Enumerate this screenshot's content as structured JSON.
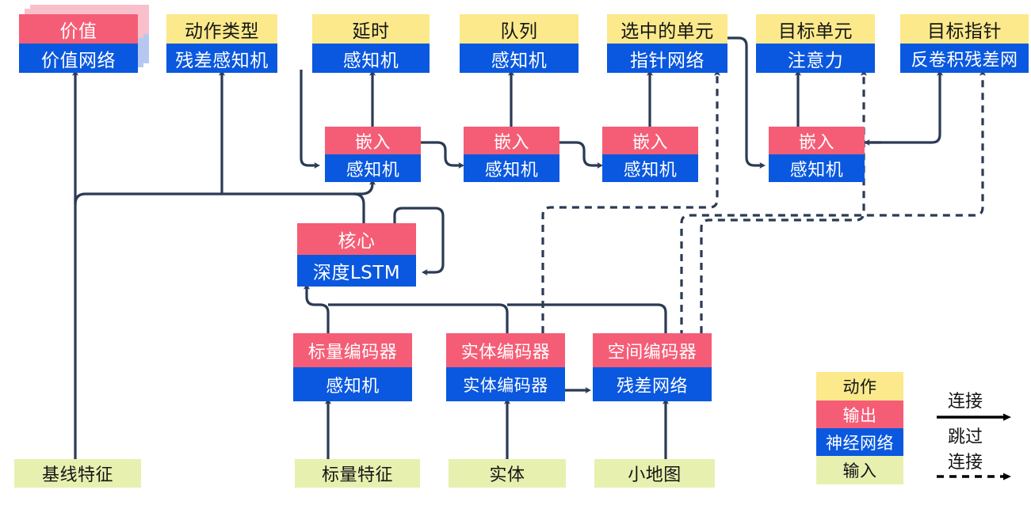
{
  "title": "Agent network architecture diagram",
  "legend": {
    "blocks": [
      {
        "key": "action",
        "label": "动作",
        "color": "#fbe98c"
      },
      {
        "key": "output",
        "label": "输出",
        "color": "#f55d76"
      },
      {
        "key": "network",
        "label": "神经网络",
        "color": "#0a58df"
      },
      {
        "key": "input",
        "label": "输入",
        "color": "#e8f0b0"
      }
    ],
    "edges": [
      {
        "key": "connect",
        "label": "连接",
        "style": "solid"
      },
      {
        "key": "skip",
        "label_line1": "跳过",
        "label_line2": "连接",
        "style": "dashed"
      }
    ]
  },
  "nodes": {
    "value": {
      "top": "价值",
      "bottom": "价值网络"
    },
    "action_type": {
      "top": "动作类型",
      "bottom": "残差感知机"
    },
    "delay": {
      "top": "延时",
      "bottom": "感知机"
    },
    "queue": {
      "top": "队列",
      "bottom": "感知机"
    },
    "selected_units": {
      "top": "选中的单元",
      "bottom": "指针网络"
    },
    "target_unit": {
      "top": "目标单元",
      "bottom": "注意力"
    },
    "target_point": {
      "top": "目标指针",
      "bottom": "反卷积残差网"
    },
    "embed1": {
      "top": "嵌入",
      "bottom": "感知机"
    },
    "embed2": {
      "top": "嵌入",
      "bottom": "感知机"
    },
    "embed3": {
      "top": "嵌入",
      "bottom": "感知机"
    },
    "embed4": {
      "top": "嵌入",
      "bottom": "感知机"
    },
    "core": {
      "top": "核心",
      "bottom": "深度LSTM"
    },
    "scalar_encoder": {
      "top": "标量编码器",
      "bottom": "感知机"
    },
    "entity_encoder": {
      "top": "实体编码器",
      "bottom": "实体编码器"
    },
    "spatial_encoder": {
      "top": "空间编码器",
      "bottom": "残差网络"
    }
  },
  "inputs": {
    "baseline": "基线特征",
    "scalar": "标量特征",
    "entities": "实体",
    "minimap": "小地图"
  },
  "colors": {
    "action": "#fbe98c",
    "output": "#f55d76",
    "network": "#0a58df",
    "input": "#e8f0b0",
    "wire": "#2b3a55",
    "legend_arrow": "#000000"
  }
}
